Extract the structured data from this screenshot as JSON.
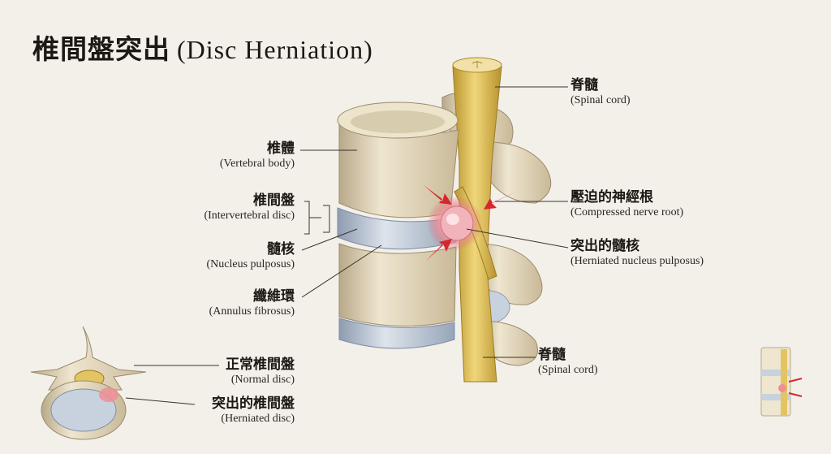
{
  "title": {
    "zh": "椎間盤突出",
    "en": "(Disc Herniation)"
  },
  "labels": {
    "spinal_cord_top": {
      "zh": "脊髓",
      "en": "(Spinal cord)"
    },
    "vertebral_body": {
      "zh": "椎體",
      "en": "(Vertebral body)"
    },
    "intervertebral_disc": {
      "zh": "椎間盤",
      "en": "(Intervertebral disc)"
    },
    "nucleus_pulposus": {
      "zh": "髓核",
      "en": "(Nucleus pulposus)"
    },
    "annulus_fibrosus": {
      "zh": "纖維環",
      "en": "(Annulus fibrosus)"
    },
    "compressed_nerve_root": {
      "zh": "壓迫的神經根",
      "en": "(Compressed nerve root)"
    },
    "herniated_nucleus": {
      "zh": "突出的髓核",
      "en": "(Herniated nucleus pulposus)"
    },
    "spinal_cord_bottom": {
      "zh": "脊髓",
      "en": "(Spinal cord)"
    },
    "normal_disc": {
      "zh": "正常椎間盤",
      "en": "(Normal disc)"
    },
    "herniated_disc": {
      "zh": "突出的椎間盤",
      "en": "(Herniated disc)"
    }
  },
  "colors": {
    "background": "#f3f0ea",
    "bone": "#e6dcc4",
    "bone_shadow": "#b9a98a",
    "disc": "#c7d2de",
    "spinal_cord": "#e3c463",
    "herniation": "#e8868f",
    "arrow": "#d8262e"
  }
}
